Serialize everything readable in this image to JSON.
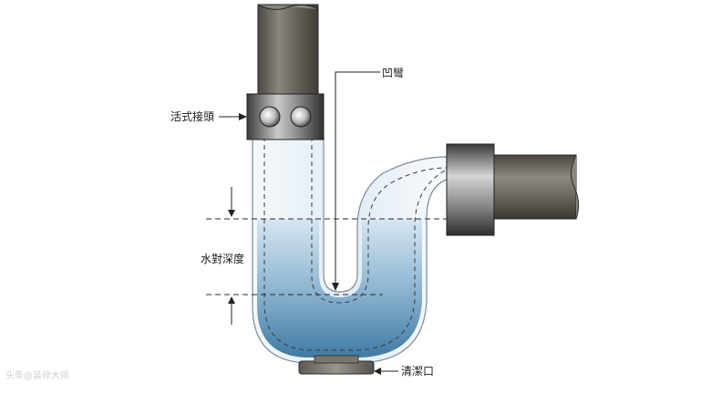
{
  "labels": {
    "union_joint": "活式接頭",
    "trap_bend": "凹彎",
    "seal_depth": "水對深度",
    "cleanout": "清潔口"
  },
  "watermark": "头条@装修大师",
  "colors": {
    "pipe_gray": "#6b665e",
    "water_blue": "#6f9fc0",
    "glass": "#e9f1f7",
    "outline": "#2a2a2a"
  }
}
